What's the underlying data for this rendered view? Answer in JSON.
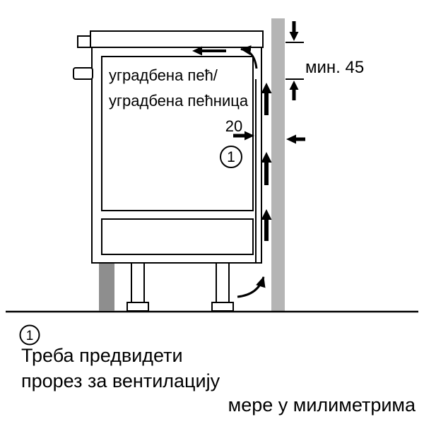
{
  "colors": {
    "wall": "#b5b5b5",
    "plinth": "#8e8e8e",
    "oven_fill": "#ececec",
    "line": "#000000"
  },
  "diagram": {
    "oven_label_line1": "уградбена пећ/",
    "oven_label_line2": "уградбена пећница",
    "dim_min_45": "мин. 45",
    "dim_gap": "20",
    "callout_number": "1"
  },
  "legend": {
    "callout_number": "1",
    "note_line1": "Треба предвидети",
    "note_line2": "прорез за вентилацију",
    "units_note": "мере у милиметрима"
  }
}
